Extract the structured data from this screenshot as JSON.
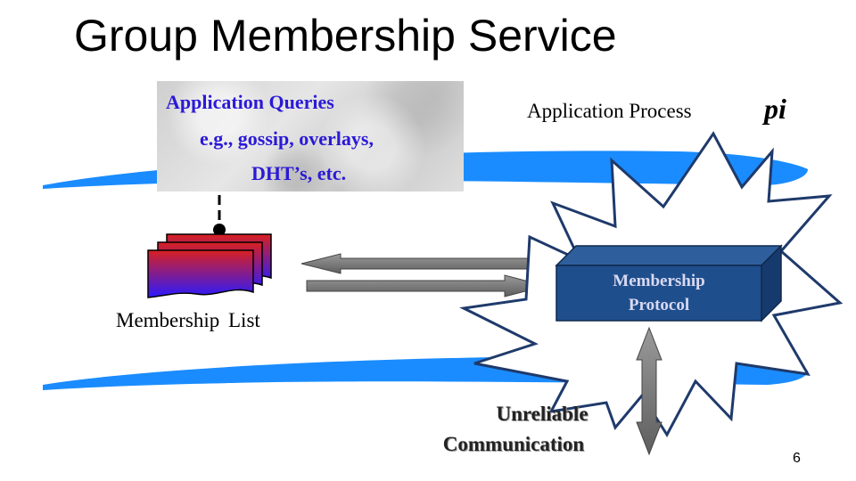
{
  "title": "Group Membership Service",
  "queries_box": {
    "line1": "Application Queries",
    "line2": "e.g., gossip, overlays,",
    "line3": "DHT’s, etc."
  },
  "app_process": {
    "label": "Application Process",
    "symbol": "pi"
  },
  "membership_list_label": "Membership  List",
  "membership_protocol": {
    "line1": "Membership",
    "line2": "Protocol"
  },
  "unreliable": {
    "line1": "Unreliable",
    "line2": "Communication"
  },
  "page_number": "6",
  "colors": {
    "band": "#1a8cff",
    "protocol_box": "#1f4e8c",
    "query_text": "#2b1ad6",
    "arrow": "#7f7f7f",
    "list_gradient_top": "#d92020",
    "list_gradient_bottom": "#2a1aff"
  }
}
